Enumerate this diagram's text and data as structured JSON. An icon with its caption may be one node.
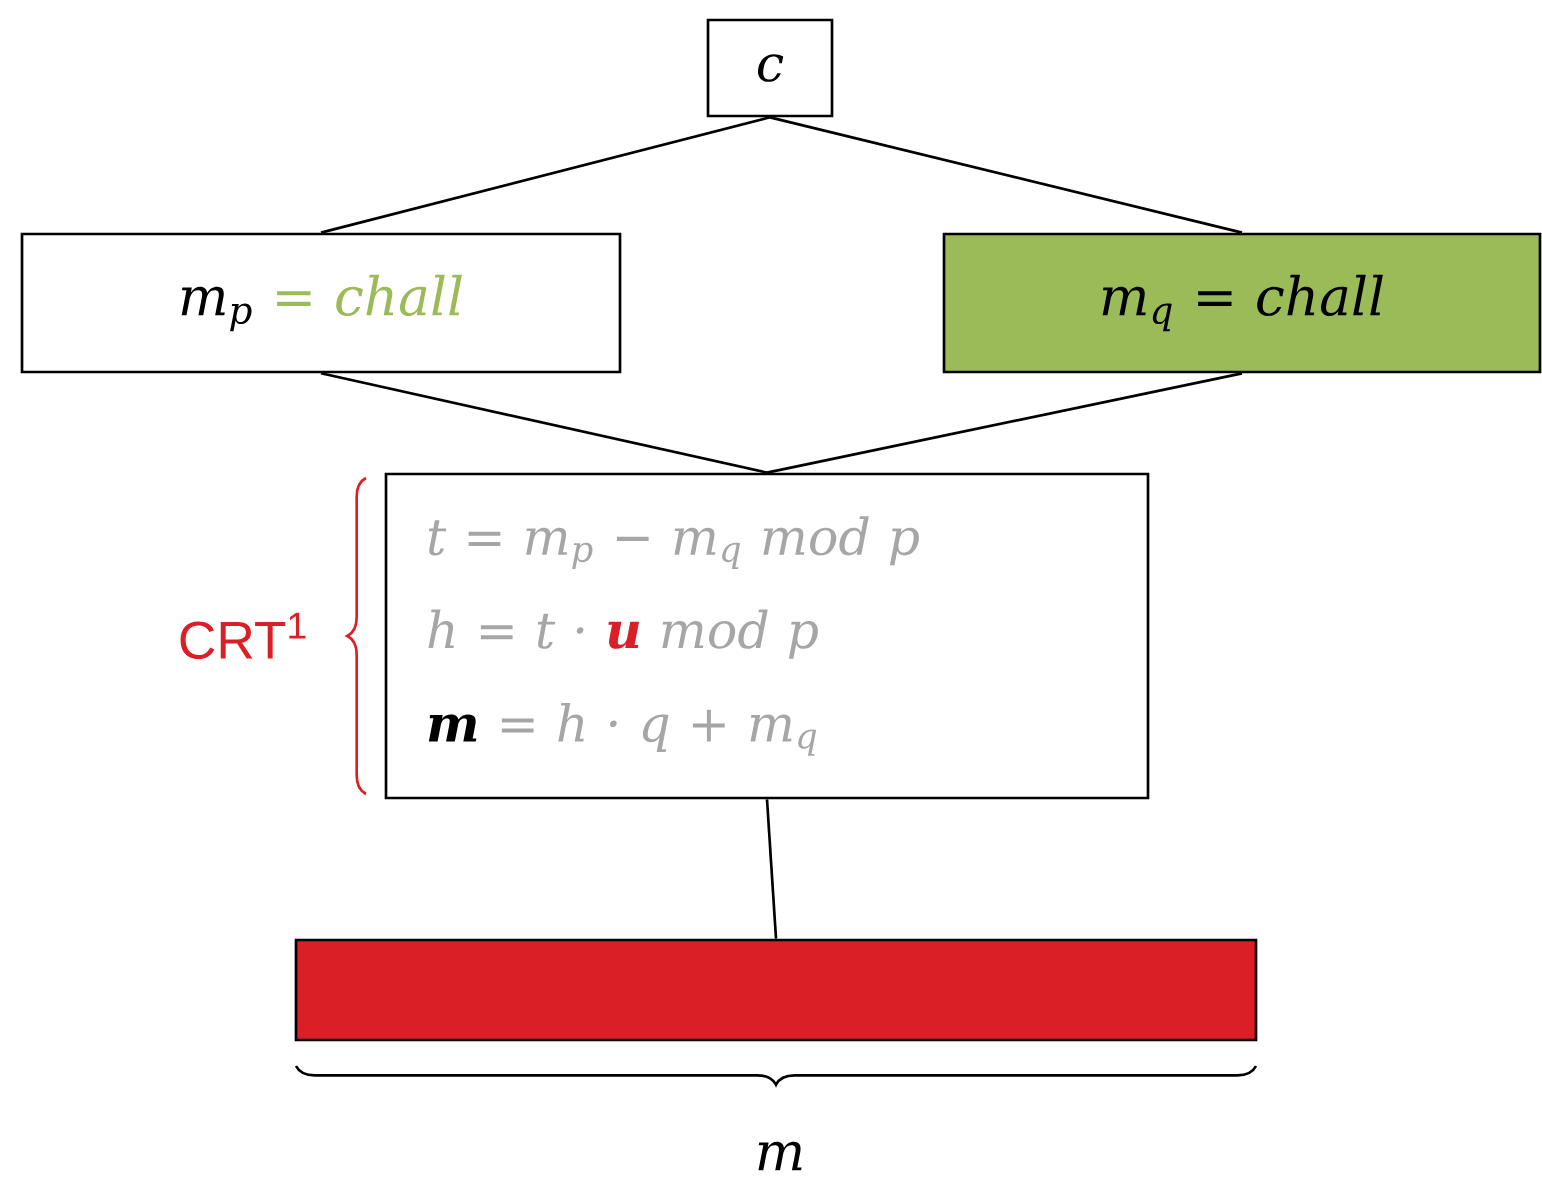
{
  "diagram": {
    "nodes": [
      {
        "text": [
          "c"
        ]
      },
      {
        "text": [
          "m$_{p}$ *= chall*"
        ]
      },
      {
        "text": [
          "m$_{q}$ = chall"
        ]
      },
      {
        "text": [
          "t = m$_{p}$ − m$_{q}$ mod p",
          "h = t · **u** mod p",
          "**m** = h · q + m$_{q}$"
        ],
        "beside": [
          "CRT$^{1}$"
        ]
      },
      {
        "text": [],
        "shape": "bar"
      }
    ],
    "edges": [
      {
        "from": 0,
        "to": 1,
        "arrow": "none"
      },
      {
        "from": 0,
        "to": 2,
        "arrow": "none"
      },
      {
        "from": 1,
        "to": 3,
        "arrow": "none"
      },
      {
        "from": 2,
        "to": 3,
        "arrow": "none"
      },
      {
        "from": 3,
        "to": 4,
        "arrow": "none"
      }
    ],
    "labels": [
      "m"
    ]
  }
}
